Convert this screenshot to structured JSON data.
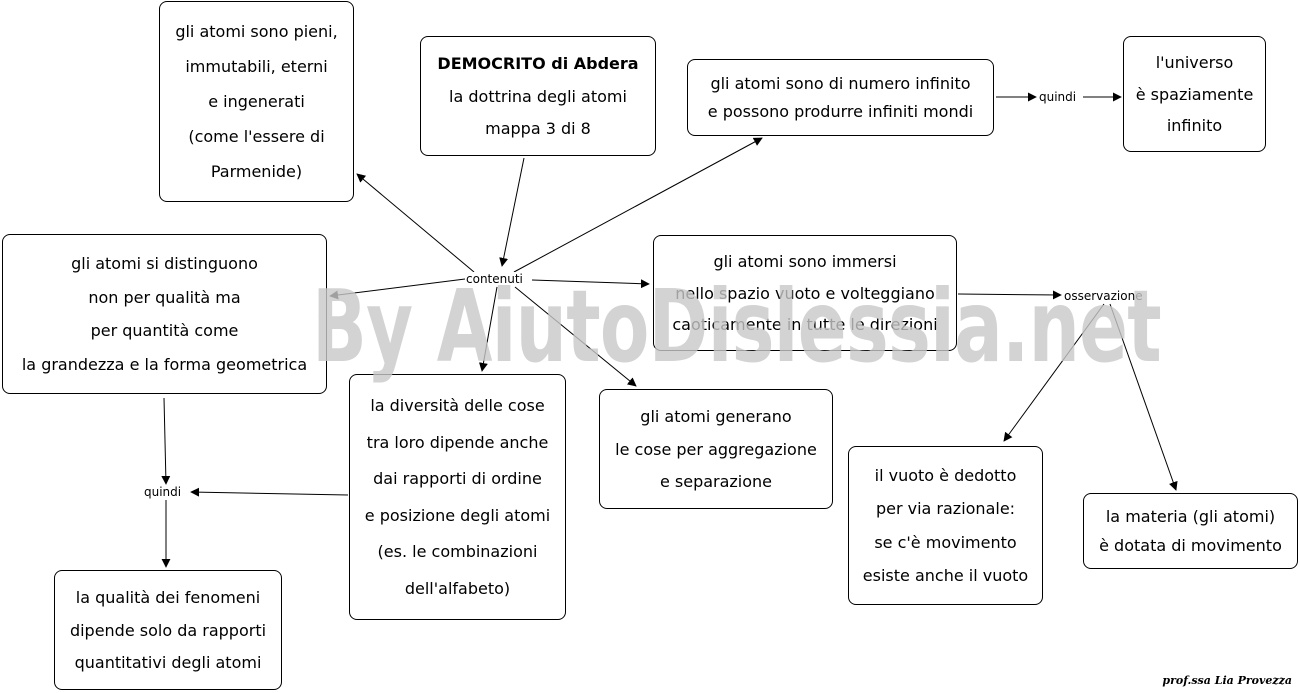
{
  "watermark": "By AiutoDislessia.net",
  "signature": "prof.ssa Lia Provezza",
  "nodes": {
    "title": {
      "line1": "DEMOCRITO di Abdera",
      "line2": "la dottrina degli atomi",
      "line3": "mappa 3 di 8"
    },
    "pieni": {
      "lines": [
        "gli atomi sono pieni,",
        "immutabili, eterni",
        "e ingenerati",
        "(come l'essere di",
        "Parmenide)"
      ]
    },
    "infinito": {
      "lines": [
        "gli atomi sono di numero infinito",
        "e possono produrre infiniti mondi"
      ]
    },
    "universo": {
      "lines": [
        "l'universo",
        "è spaziamente",
        "infinito"
      ]
    },
    "distinguono": {
      "lines": [
        "gli atomi si distinguono",
        "non per qualità ma",
        "per quantità come",
        "la grandezza e la forma geometrica"
      ]
    },
    "immersi": {
      "lines": [
        "gli atomi sono immersi",
        "nello spazio vuoto e volteggiano",
        "caoticamente in tutte le direzioni"
      ]
    },
    "diversita": {
      "lines": [
        "la diversità delle cose",
        "tra loro dipende anche",
        "dai rapporti di ordine",
        "e posizione degli atomi",
        "(es. le combinazioni",
        "dell'alfabeto)"
      ]
    },
    "generano": {
      "lines": [
        "gli atomi generano",
        "le cose per aggregazione",
        "e separazione"
      ]
    },
    "vuoto": {
      "lines": [
        "il vuoto è dedotto",
        "per via razionale:",
        "se c'è movimento",
        "esiste anche il vuoto"
      ]
    },
    "materia": {
      "lines": [
        "la materia (gli atomi)",
        "è dotata di movimento"
      ]
    },
    "qualita": {
      "lines": [
        "la qualità dei fenomeni",
        "dipende solo da rapporti",
        "quantitativi degli atomi"
      ]
    }
  },
  "links": {
    "contenuti": "contenuti",
    "quindi_top": "quindi",
    "osservazione": "osservazione",
    "quindi_left": "quindi"
  }
}
